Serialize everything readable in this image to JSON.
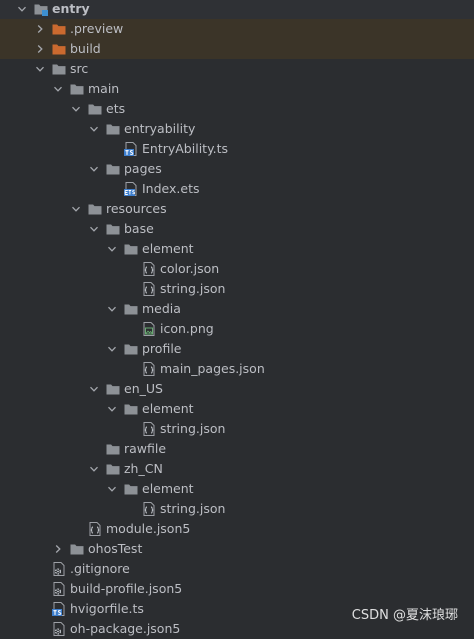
{
  "tree": [
    {
      "label": "entry",
      "depth": 0,
      "expanded": true,
      "icon": "module-folder-icon",
      "bold": true,
      "style": "top"
    },
    {
      "label": ".preview",
      "depth": 1,
      "expanded": false,
      "icon": "excluded-folder-icon",
      "style": "excluded"
    },
    {
      "label": "build",
      "depth": 1,
      "expanded": false,
      "icon": "excluded-folder-icon",
      "style": "excluded"
    },
    {
      "label": "src",
      "depth": 1,
      "expanded": true,
      "icon": "folder-icon"
    },
    {
      "label": "main",
      "depth": 2,
      "expanded": true,
      "icon": "folder-icon"
    },
    {
      "label": "ets",
      "depth": 3,
      "expanded": true,
      "icon": "folder-icon"
    },
    {
      "label": "entryability",
      "depth": 4,
      "expanded": true,
      "icon": "folder-icon"
    },
    {
      "label": "EntryAbility.ts",
      "depth": 5,
      "icon": "ts-file-icon"
    },
    {
      "label": "pages",
      "depth": 4,
      "expanded": true,
      "icon": "folder-icon"
    },
    {
      "label": "Index.ets",
      "depth": 5,
      "icon": "ets-file-icon"
    },
    {
      "label": "resources",
      "depth": 3,
      "expanded": true,
      "icon": "folder-icon"
    },
    {
      "label": "base",
      "depth": 4,
      "expanded": true,
      "icon": "folder-icon"
    },
    {
      "label": "element",
      "depth": 5,
      "expanded": true,
      "icon": "folder-icon"
    },
    {
      "label": "color.json",
      "depth": 6,
      "icon": "json-file-icon"
    },
    {
      "label": "string.json",
      "depth": 6,
      "icon": "json-file-icon"
    },
    {
      "label": "media",
      "depth": 5,
      "expanded": true,
      "icon": "folder-icon"
    },
    {
      "label": "icon.png",
      "depth": 6,
      "icon": "image-file-icon"
    },
    {
      "label": "profile",
      "depth": 5,
      "expanded": true,
      "icon": "folder-icon"
    },
    {
      "label": "main_pages.json",
      "depth": 6,
      "icon": "json-file-icon"
    },
    {
      "label": "en_US",
      "depth": 4,
      "expanded": true,
      "icon": "folder-icon"
    },
    {
      "label": "element",
      "depth": 5,
      "expanded": true,
      "icon": "folder-icon"
    },
    {
      "label": "string.json",
      "depth": 6,
      "icon": "json-file-icon"
    },
    {
      "label": "rawfile",
      "depth": 4,
      "icon": "folder-icon"
    },
    {
      "label": "zh_CN",
      "depth": 4,
      "expanded": true,
      "icon": "folder-icon"
    },
    {
      "label": "element",
      "depth": 5,
      "expanded": true,
      "icon": "folder-icon"
    },
    {
      "label": "string.json",
      "depth": 6,
      "icon": "json-file-icon"
    },
    {
      "label": "module.json5",
      "depth": 3,
      "icon": "json-file-icon"
    },
    {
      "label": "ohosTest",
      "depth": 2,
      "expanded": false,
      "icon": "folder-icon"
    },
    {
      "label": ".gitignore",
      "depth": 1,
      "icon": "config-file-icon"
    },
    {
      "label": "build-profile.json5",
      "depth": 1,
      "icon": "config-file-icon"
    },
    {
      "label": "hvigorfile.ts",
      "depth": 1,
      "icon": "ts-file-icon"
    },
    {
      "label": "oh-package.json5",
      "depth": 1,
      "icon": "config-file-icon"
    }
  ],
  "watermark": "CSDN @夏沫琅琊",
  "colors": {
    "background": "#2b2d30",
    "excluded_row": "#3b3428",
    "folder": "#8d9196",
    "excluded_folder": "#cb6a2f",
    "ts_badge": "#3e7fce",
    "text": "#bcbec4"
  }
}
